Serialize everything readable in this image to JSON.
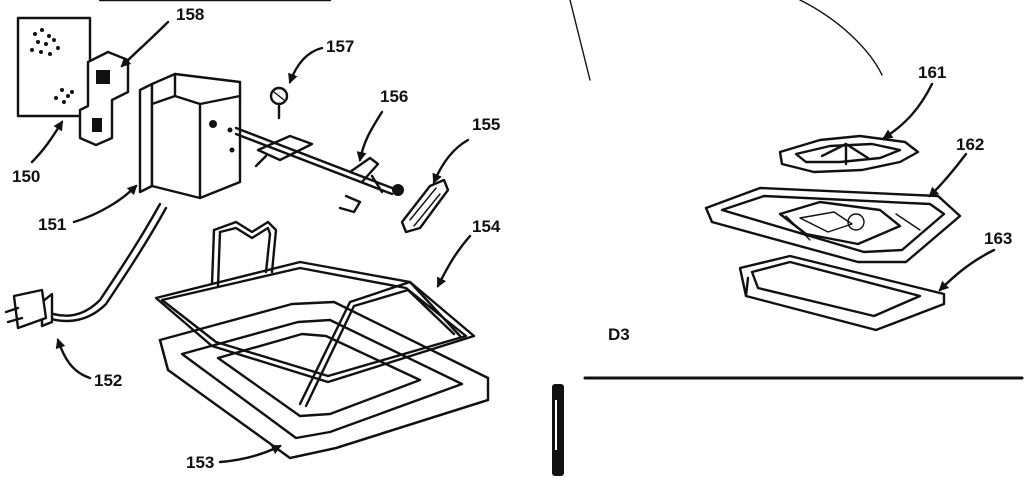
{
  "diagram": {
    "section_label": "D3",
    "parts": [
      {
        "id": "p150",
        "number": "150"
      },
      {
        "id": "p151",
        "number": "151"
      },
      {
        "id": "p152",
        "number": "152"
      },
      {
        "id": "p153",
        "number": "153"
      },
      {
        "id": "p154",
        "number": "154"
      },
      {
        "id": "p155",
        "number": "155"
      },
      {
        "id": "p156",
        "number": "156"
      },
      {
        "id": "p157",
        "number": "157"
      },
      {
        "id": "p158",
        "number": "158"
      },
      {
        "id": "p161",
        "number": "161"
      },
      {
        "id": "p162",
        "number": "162"
      },
      {
        "id": "p163",
        "number": "163"
      }
    ]
  }
}
